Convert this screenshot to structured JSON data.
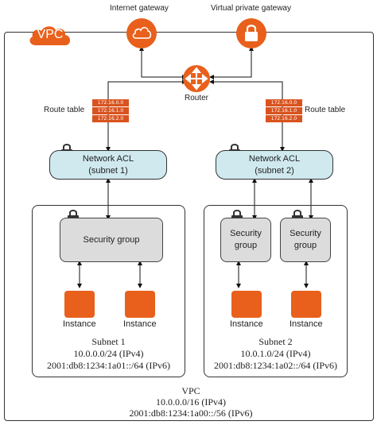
{
  "vpc": {
    "badge": "VPC",
    "caption_title": "VPC",
    "caption_cidr_v4": "10.0.0.0/16 (IPv4)",
    "caption_cidr_v6": "2001:db8:1234:1a00::/56 (IPv6)"
  },
  "gateways": {
    "internet": "Internet gateway",
    "vpg": "Virtual private gateway"
  },
  "router": {
    "label": "Router"
  },
  "route_tables": {
    "left": {
      "label": "Route table",
      "entries": [
        "172.16.0.0",
        "172.16.1.0",
        "172.16.2.0"
      ]
    },
    "right": {
      "label": "Route table",
      "entries": [
        "172.16.0.0",
        "172.16.1.0",
        "172.16.2.0"
      ]
    }
  },
  "acls": {
    "left": {
      "line1": "Network ACL",
      "line2": "(subnet 1)"
    },
    "right": {
      "line1": "Network ACL",
      "line2": "(subnet 2)"
    }
  },
  "subnet1": {
    "security_group": "Security group",
    "instances": [
      "Instance",
      "Instance"
    ],
    "title": "Subnet 1",
    "cidr_v4": "10.0.0.0/24 (IPv4)",
    "cidr_v6": "2001:db8:1234:1a01::/64 (IPv6)"
  },
  "subnet2": {
    "security_groups": [
      {
        "line1": "Security",
        "line2": "group"
      },
      {
        "line1": "Security",
        "line2": "group"
      }
    ],
    "instances": [
      "Instance",
      "Instance"
    ],
    "title": "Subnet 2",
    "cidr_v4": "10.0.1.0/24 (IPv4)",
    "cidr_v6": "2001:db8:1234:1a02::/64 (IPv6)"
  },
  "colors": {
    "accent_orange": "#e8601c",
    "acl_fill": "#cfe9ef",
    "sg_fill": "#dcdcdc"
  }
}
